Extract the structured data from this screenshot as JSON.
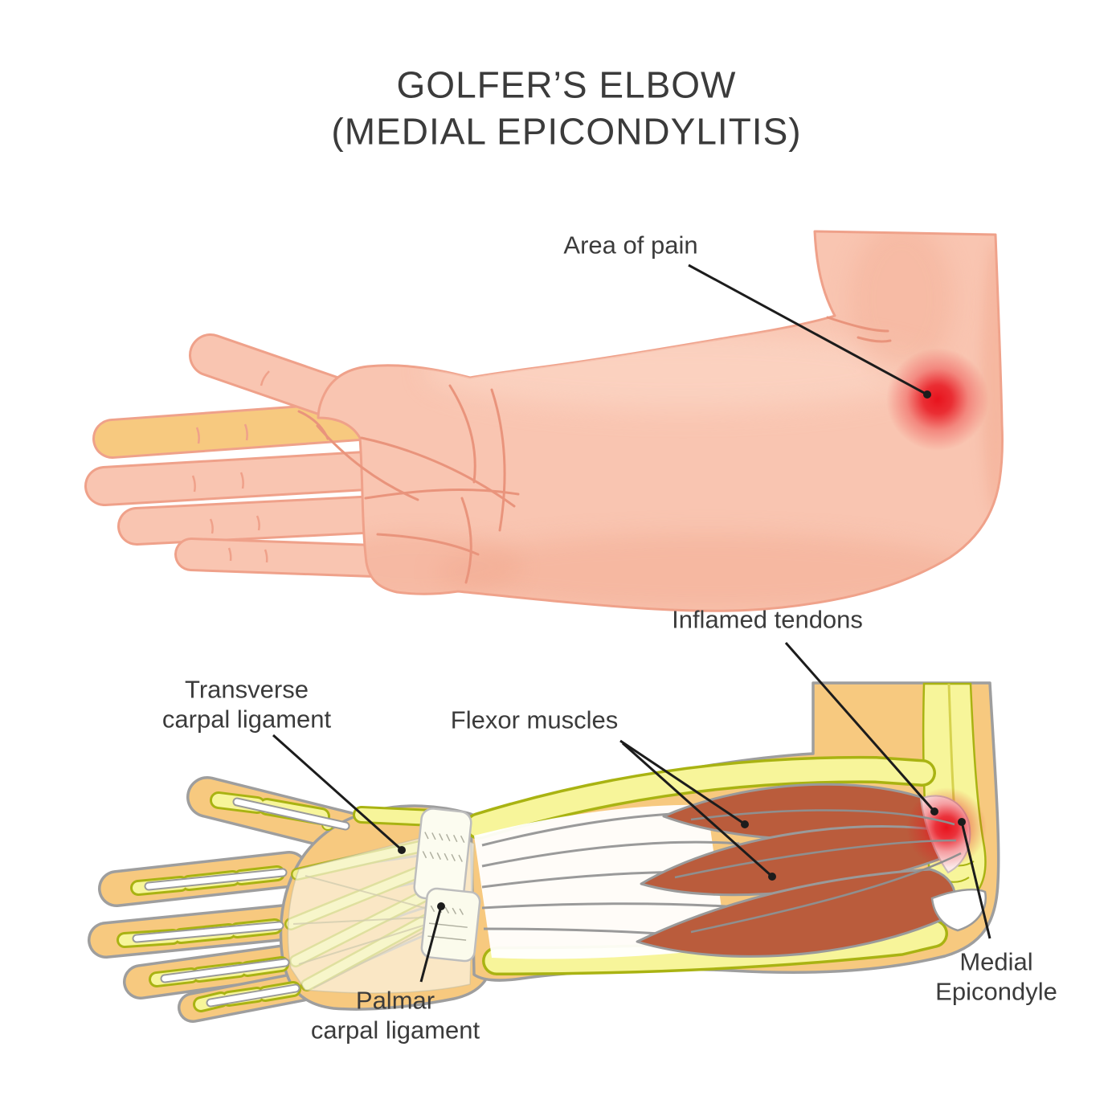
{
  "title": "GOLFER’S ELBOW\n(MEDIAL EPICONDYLITIS)",
  "labels": {
    "area_of_pain": "Area of pain",
    "inflamed_tendons": "Inflamed tendons",
    "transverse_carpal_ligament": "Transverse\ncarpal ligament",
    "flexor_muscles": "Flexor muscles",
    "palmar_carpal_ligament": "Palmar\ncarpal ligament",
    "medial_epicondyle": "Medial\nEpicondyle"
  },
  "colors": {
    "text": "#3b3b3b",
    "leader": "#1c1c1c",
    "skin": "#f9c5b1",
    "skin_outline": "#efa18a",
    "skin_shadow": "#f2a98f",
    "anatomy_skin": "#f7c97f",
    "anatomy_outline": "#9e9e9e",
    "bone": "#f7f59a",
    "bone_outline": "#a9b312",
    "muscle": "#ba5c3c",
    "tendon": "#ffffff",
    "pain": "#e8131d",
    "inflamed_base": "#fbe9e9"
  }
}
